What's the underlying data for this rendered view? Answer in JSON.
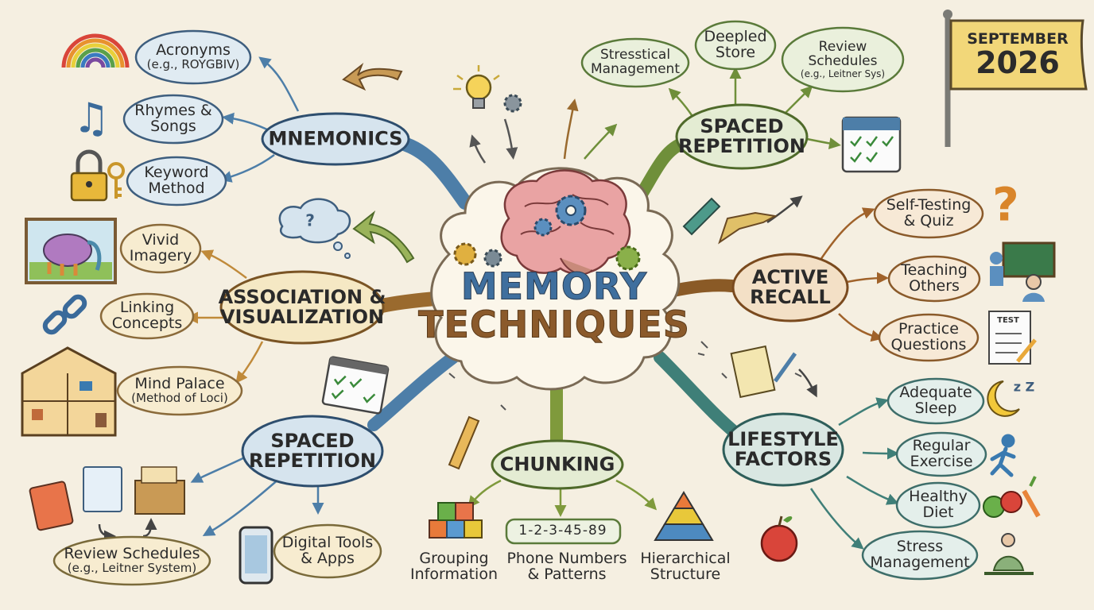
{
  "center": {
    "line1": "MEMORY",
    "line2": "TECHNIQUES"
  },
  "flag": {
    "month": "SEPTEMBER",
    "year": "2026"
  },
  "hubs": {
    "mnemonics": "MNEMONICS",
    "spaced_top": {
      "line1": "SPACED",
      "line2": "REPETITION"
    },
    "association": {
      "line1": "ASSOCIATION &",
      "line2": "VISUALIZATION"
    },
    "active_recall": {
      "line1": "ACTIVE",
      "line2": "RECALL"
    },
    "spaced_bottom": {
      "line1": "SPACED",
      "line2": "REPETITION"
    },
    "chunking": "CHUNKING",
    "lifestyle": {
      "line1": "LIFESTYLE",
      "line2": "FACTORS"
    }
  },
  "mnemonics_items": {
    "acronyms": {
      "line1": "Acronyms",
      "line2": "(e.g., ROYGBIV)"
    },
    "rhymes": {
      "line1": "Rhymes &",
      "line2": "Songs"
    },
    "keyword": {
      "line1": "Keyword",
      "line2": "Method"
    }
  },
  "spaced_top_items": {
    "stress": {
      "line1": "Stresstical",
      "line2": "Management"
    },
    "deepled": {
      "line1": "Deepled",
      "line2": "Store"
    },
    "review": {
      "line1": "Review",
      "line2": "Schedules",
      "line3": "(e.g., Leitner Sys)"
    }
  },
  "association_items": {
    "vivid": {
      "line1": "Vivid",
      "line2": "Imagery"
    },
    "linking": {
      "line1": "Linking",
      "line2": "Concepts"
    },
    "palace": {
      "line1": "Mind Palace",
      "line2": "(Method of Loci)"
    }
  },
  "active_recall_items": {
    "self_testing": {
      "line1": "Self-Testing",
      "line2": "& Quiz"
    },
    "teaching": {
      "line1": "Teaching",
      "line2": "Others"
    },
    "practice": {
      "line1": "Practice",
      "line2": "Questions"
    }
  },
  "spaced_bottom_items": {
    "review": {
      "line1": "Review Schedules",
      "line2": "(e.g., Leitner System)"
    },
    "digital": {
      "line1": "Digital Tools",
      "line2": "& Apps"
    }
  },
  "chunking_items": {
    "grouping": {
      "line1": "Grouping",
      "line2": "Information"
    },
    "sequence": "1-2-3-45-89",
    "phone": {
      "line1": "Phone Numbers",
      "line2": "& Patterns"
    },
    "hierarchy": {
      "line1": "Hierarchical",
      "line2": "Structure"
    }
  },
  "lifestyle_items": {
    "sleep": {
      "line1": "Adequate",
      "line2": "Sleep"
    },
    "exercise": {
      "line1": "Regular",
      "line2": "Exercise"
    },
    "diet": {
      "line1": "Healthy",
      "line2": "Diet"
    },
    "stress": {
      "line1": "Stress",
      "line2": "Management"
    }
  },
  "icon_glyphs": {
    "question": "?",
    "note": "♫",
    "zzz": "z Z",
    "test": "TEST"
  },
  "colors": {
    "background": "#f5efe1",
    "branch_blue": "#4d7ea8",
    "branch_green": "#6f8f3a",
    "branch_brown": "#9a6a2e",
    "branch_teal": "#3f7f78",
    "pill_blue": "#d6e4ee",
    "pill_green": "#e4ecd3",
    "pill_cream": "#f5e8c4",
    "pill_teal": "#d9e7e2",
    "flag_yellow": "#f2d779"
  }
}
